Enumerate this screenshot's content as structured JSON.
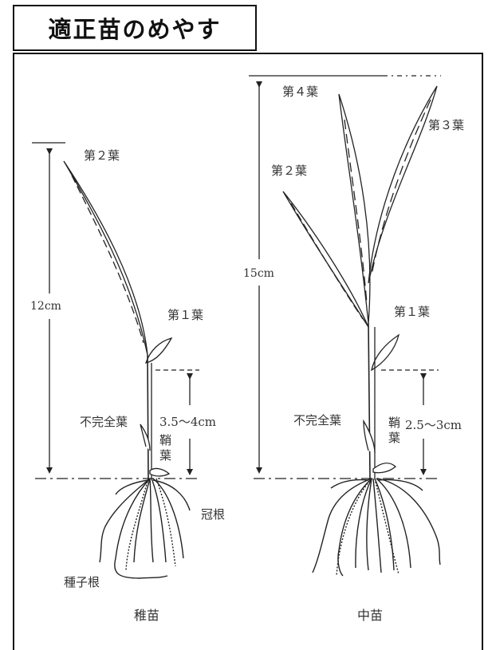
{
  "title": "適正苗のめやす",
  "seedlings": {
    "young": {
      "caption": "稚苗",
      "height": "12cm",
      "leaf2": "第２葉",
      "leaf1": "第１葉",
      "incomplete_leaf": "不完全葉",
      "sheath_leaf": "鞘葉",
      "sheath_height": "3.5～4cm",
      "crown_root": "冠根",
      "seed_root": "種子根"
    },
    "medium": {
      "caption": "中苗",
      "height": "15cm",
      "leaf4": "第４葉",
      "leaf3": "第３葉",
      "leaf2": "第２葉",
      "leaf1": "第１葉",
      "incomplete_leaf": "不完全葉",
      "sheath_leaf": "鞘葉",
      "sheath_height": "2.5～3cm"
    }
  }
}
